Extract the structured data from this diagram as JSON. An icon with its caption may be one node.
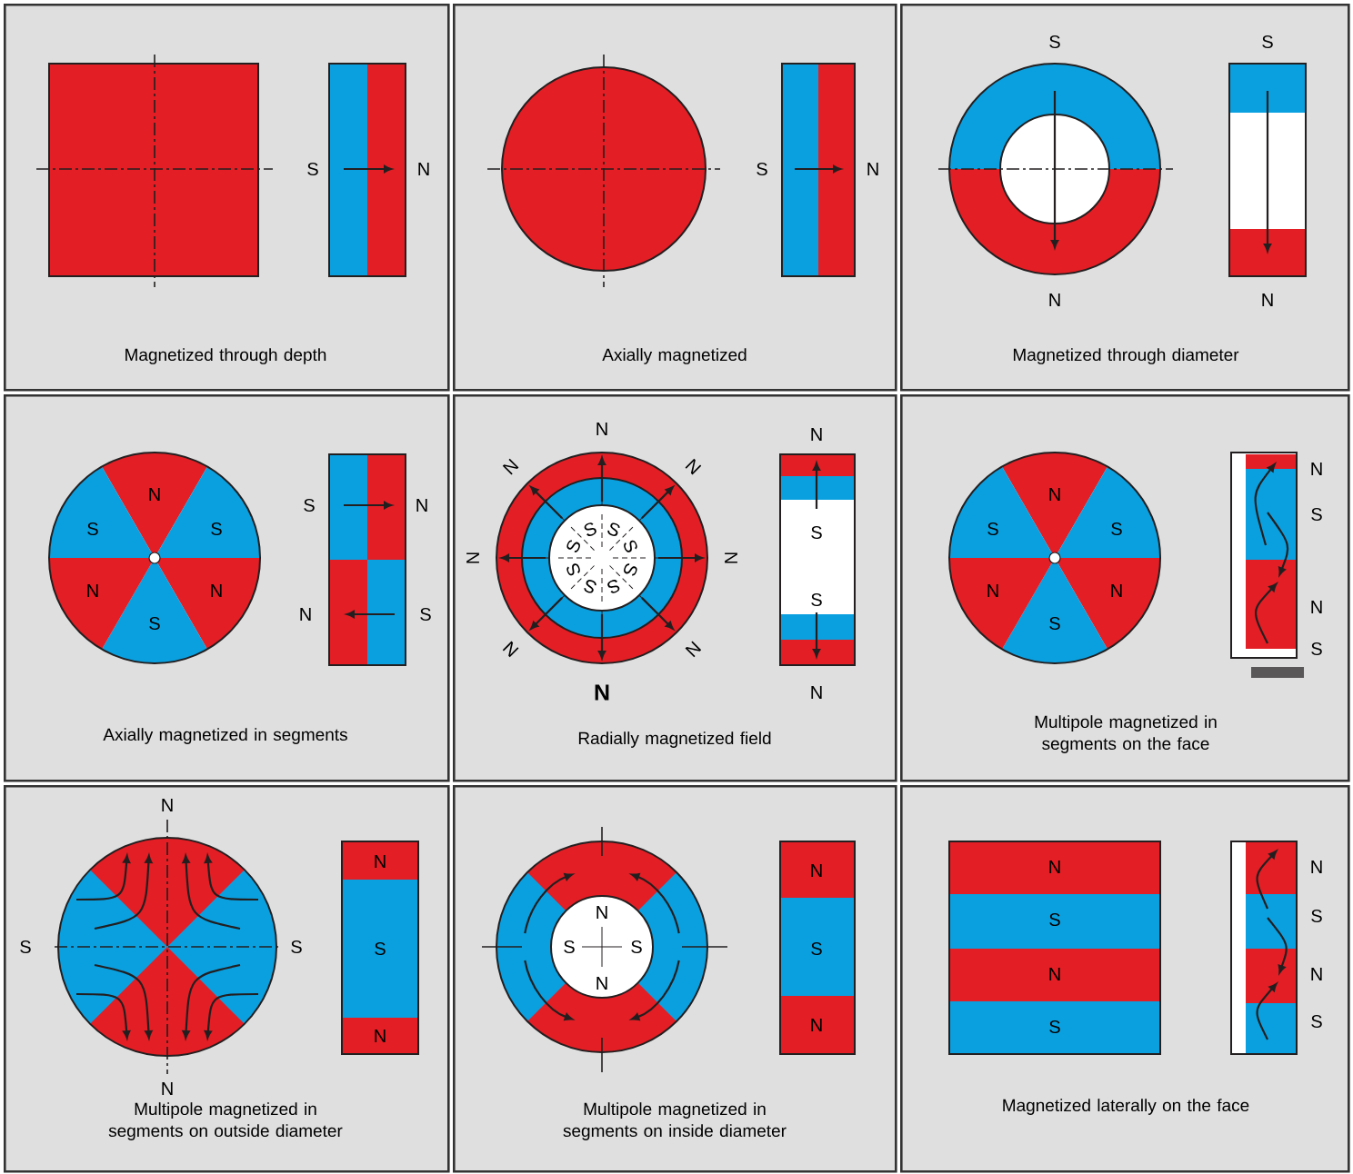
{
  "diagram": {
    "nodes": [
      {
        "text": [
          "Magnetized through depth"
        ]
      },
      {
        "text": [
          "Axially magnetized"
        ]
      },
      {
        "text": [
          "Magnetized through diameter"
        ]
      },
      {
        "text": [
          "Axially magnetized in segments"
        ]
      },
      {
        "text": [
          "Radially magnetized field"
        ]
      },
      {
        "text": [
          "Multipole magnetized in segments on the face"
        ]
      },
      {
        "text": [
          "Multipole magnetized in segments on outside diameter"
        ]
      },
      {
        "text": [
          "Multipole magnetized in segments on inside diameter"
        ]
      },
      {
        "text": [
          "Magnetized laterally on the face"
        ]
      }
    ],
    "labels": [
      "S",
      "N",
      "S",
      "N",
      "S",
      "S",
      "N",
      "N",
      "N",
      "S",
      "S",
      "N",
      "N",
      "S",
      "S",
      "N",
      "N",
      "S",
      "N",
      "N",
      "N",
      "N",
      "N",
      "N",
      "N",
      "N",
      "S",
      "S",
      "S",
      "S",
      "S",
      "S",
      "S",
      "S",
      "N",
      "S",
      "S",
      "N",
      "N",
      "S",
      "S",
      "N",
      "N",
      "S",
      "N",
      "S",
      "N",
      "S",
      "N",
      "S",
      "S",
      "N",
      "N",
      "S",
      "N",
      "N",
      "S",
      "S",
      "N",
      "N",
      "S",
      "N",
      "N",
      "S",
      "N",
      "S",
      "N",
      "S",
      "N",
      "S"
    ]
  }
}
